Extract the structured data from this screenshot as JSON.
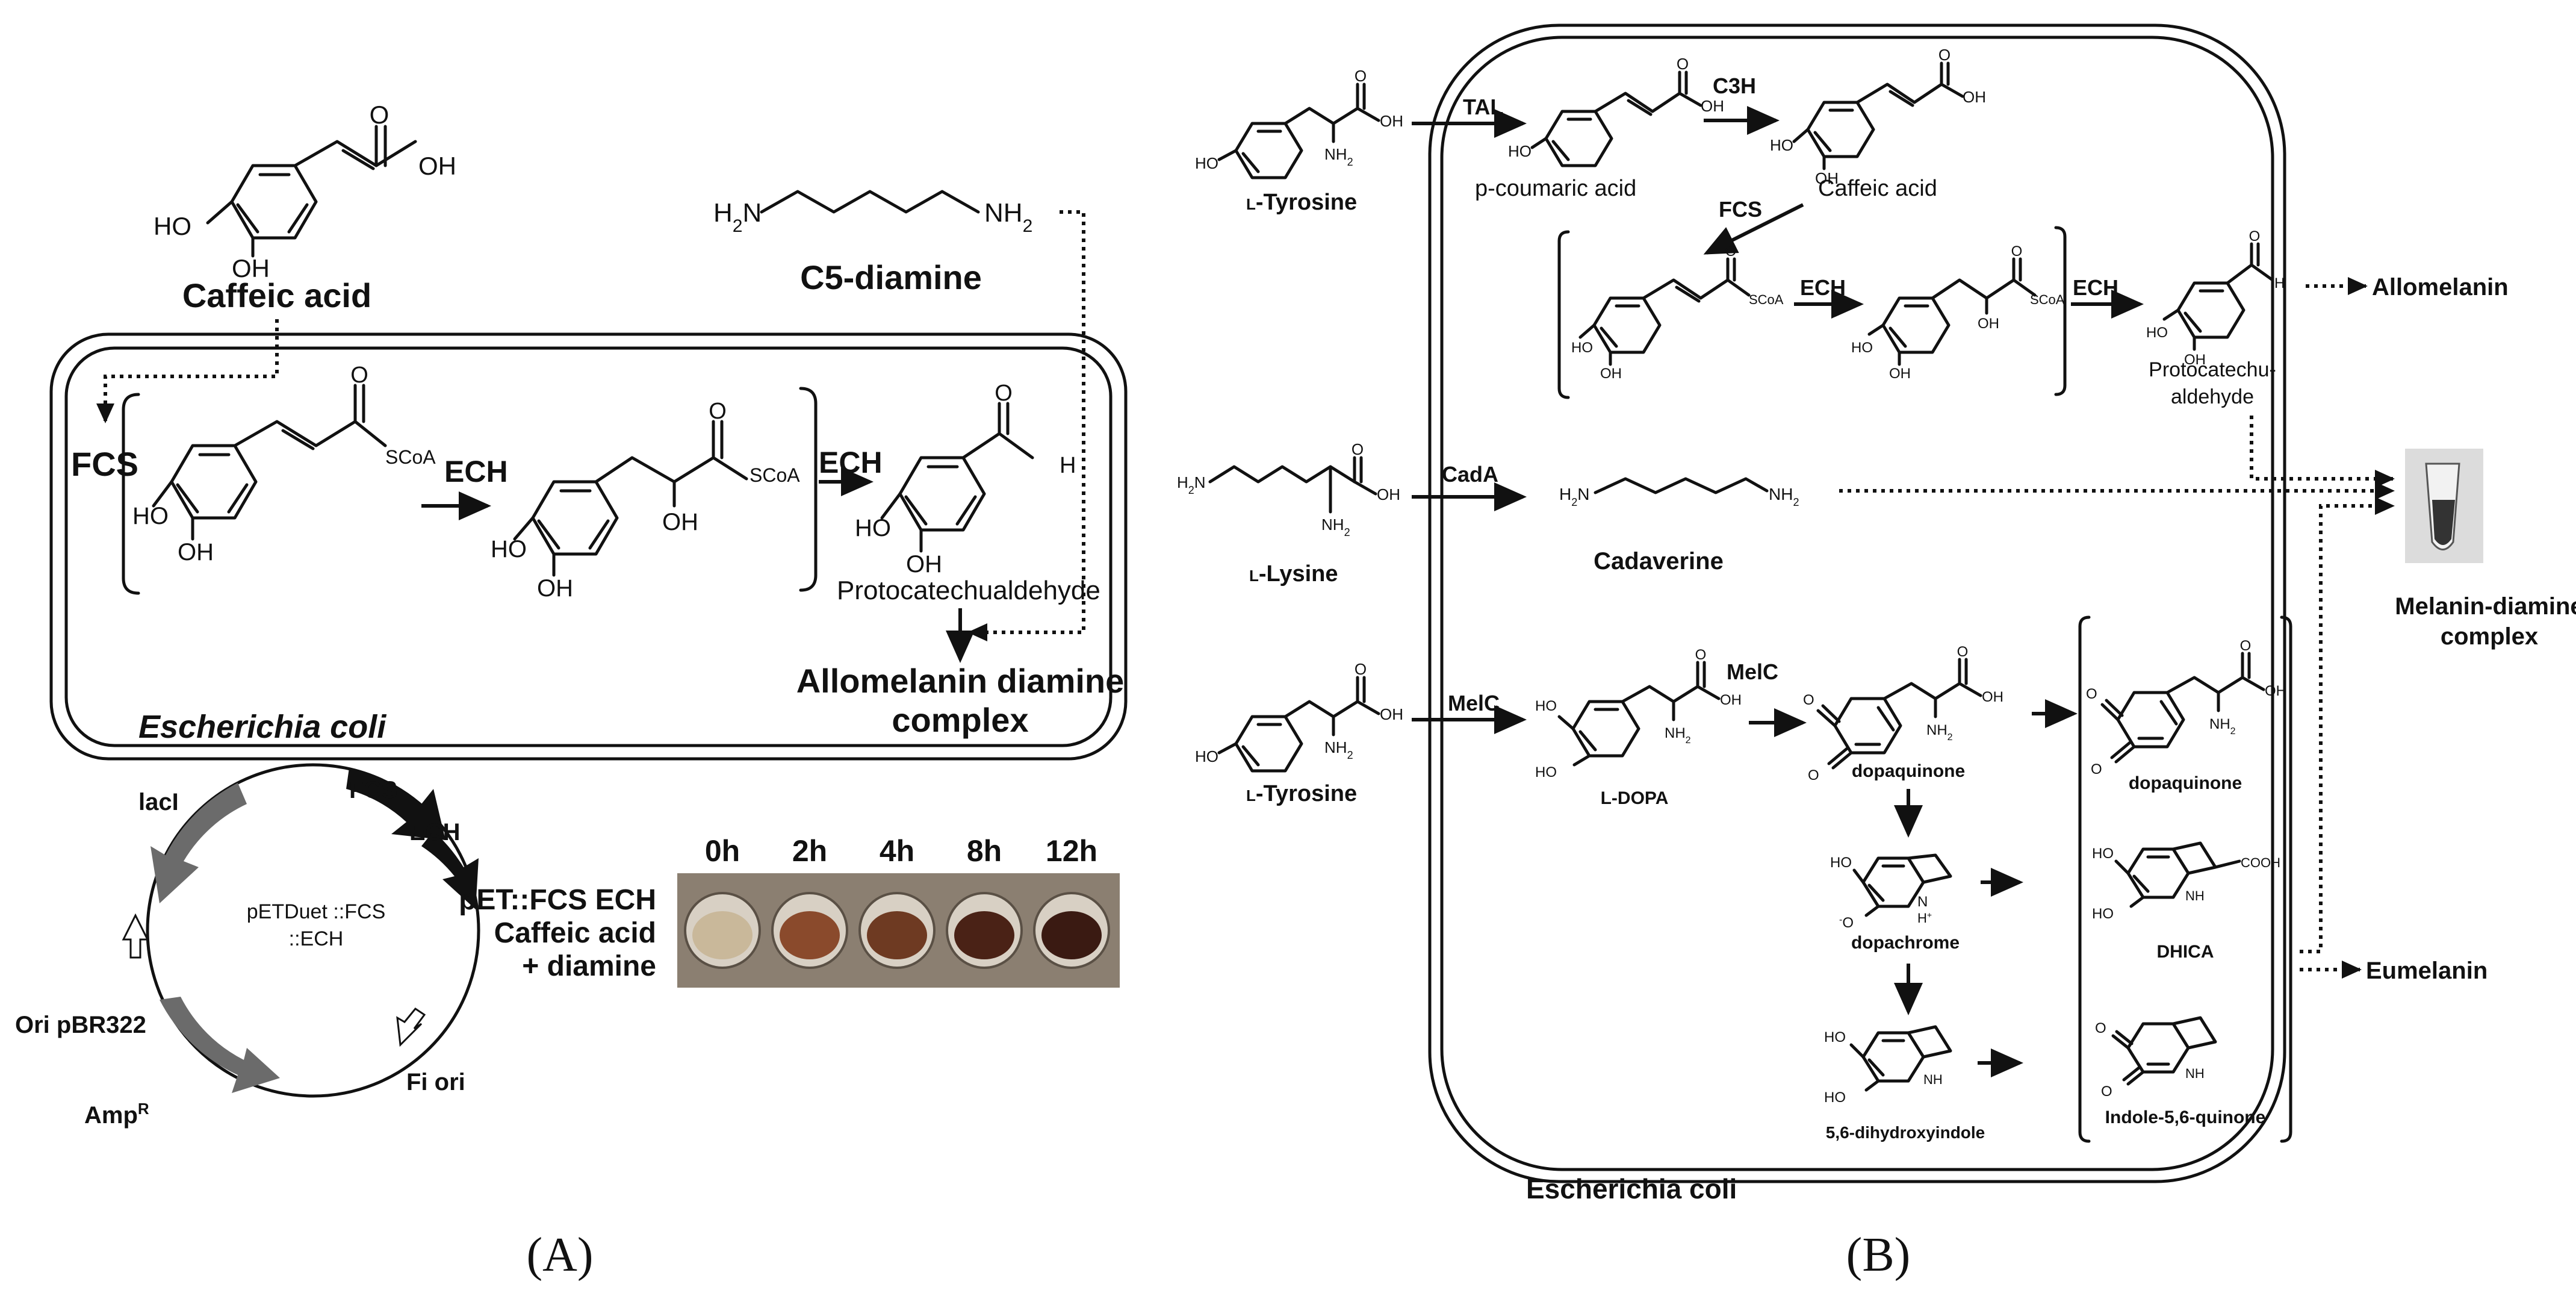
{
  "panelA": {
    "label": "(A)",
    "caffeic_acid": "Caffeic acid",
    "c5_diamine": "C5-diamine",
    "nh2": "NH",
    "h2n": "H",
    "ho": "HO",
    "oh": "OH",
    "o": "O",
    "h": "H",
    "scoa": "SCoA",
    "fcs": "FCS",
    "ech": "ECH",
    "protocatechualdehyde": "Protocatechualdehyde",
    "allomelanin_complex_line1": "Allomelanin diamine",
    "allomelanin_complex_line2": "complex",
    "ecoli": "Escherichia coli",
    "plasmid": {
      "name_line1": "pETDuet ::FCS",
      "name_line2": "::ECH",
      "lacI": "lacI",
      "fcs": "FCS",
      "ech": "ECH",
      "ori": "Ori pBR322",
      "amp": "Amp",
      "amp_sup": "R",
      "fi_ori": "Fi ori"
    },
    "culture": {
      "line1": "pET::FCS ECH",
      "line2": "Caffeic acid",
      "line3": "+ diamine",
      "times": [
        "0h",
        "2h",
        "4h",
        "8h",
        "12h"
      ],
      "colors": [
        "#c9b89a",
        "#8a4a2c",
        "#6e3a22",
        "#4a2216",
        "#3a1a12"
      ]
    }
  },
  "panelB": {
    "label": "(B)",
    "tyrosine1": "L-Tyrosine",
    "tyrosine_small_l": "L",
    "tyrosine_name": "-Tyrosine",
    "lysine_name": "-Lysine",
    "tal": "TAL",
    "c3h": "C3H",
    "p_coumaric": "p-coumaric acid",
    "caffeic": "Caffeic acid",
    "fcs": "FCS",
    "ech1": "ECH",
    "ech2": "ECH",
    "scoa": "SCoA",
    "protocatechu_line1": "Protocatechu-",
    "protocatechu_line2": "aldehyde",
    "allomelanin": "Allomelanin",
    "cada": "CadA",
    "cadaverine": "Cadaverine",
    "melc1": "MelC",
    "melc2": "MelC",
    "l_dopa": "L-DOPA",
    "dopaquinone1": "dopaquinone",
    "dopaquinone2": "dopaquinone",
    "dopachrome": "dopachrome",
    "dhica": "DHICA",
    "cooh": "COOH",
    "dhi": "5,6-dihydroxyindole",
    "indole_quinone": "Indole-5,6-quinone",
    "eumelanin": "Eumelanin",
    "complex_line1": "Melanin-diamine",
    "complex_line2": "complex",
    "ecoli": "Escherichia coli",
    "nh": "NH",
    "n_plus": "N",
    "o_minus": "O",
    "oh": "OH",
    "ho": "HO",
    "o": "O",
    "h": "H"
  }
}
